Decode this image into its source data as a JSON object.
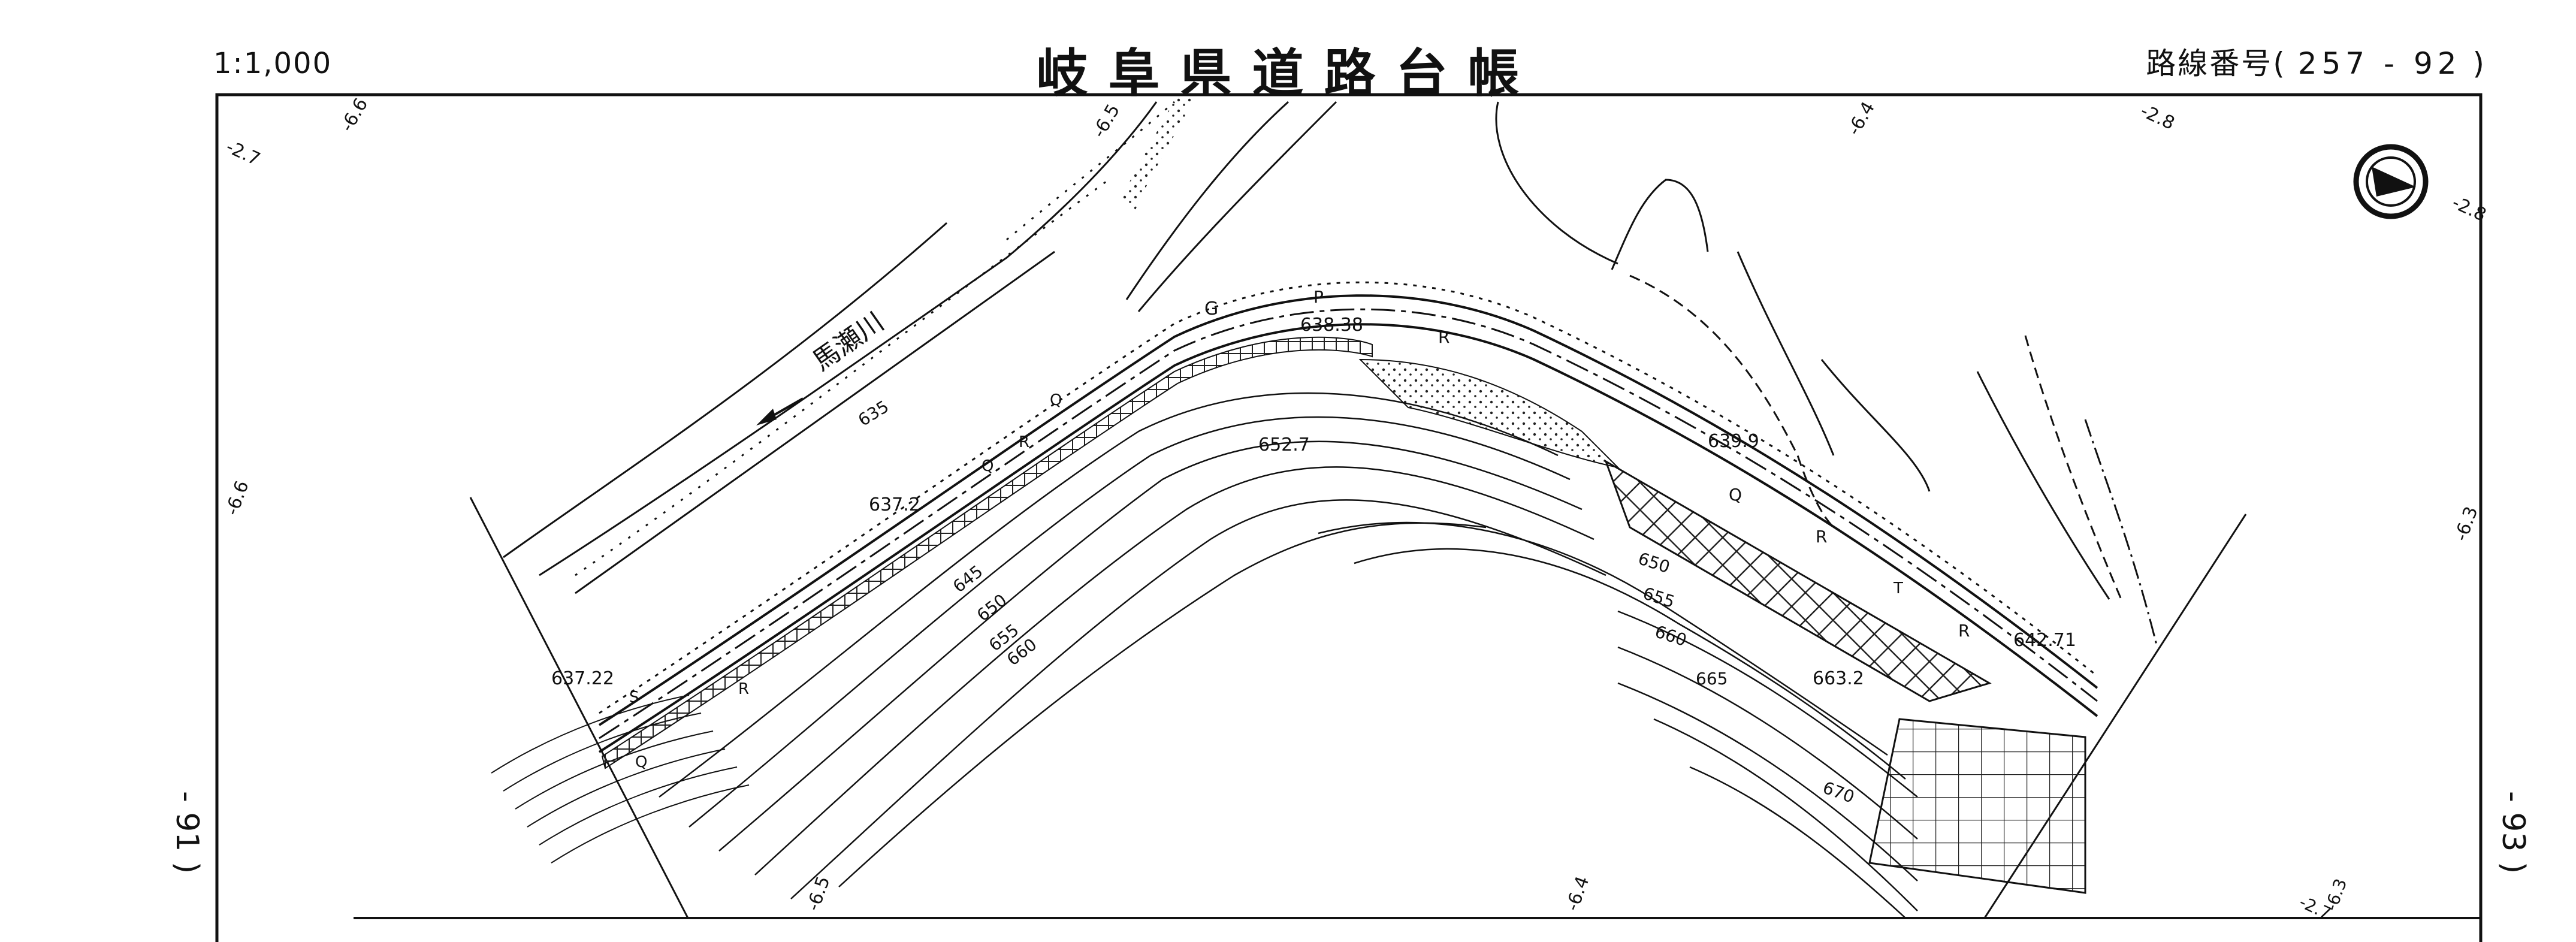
{
  "header": {
    "scale": "1:1,000",
    "title": "岐阜県道路台帳",
    "route_prefix": "路線番号(",
    "route_number": "257 - 92",
    "route_suffix": ")"
  },
  "adjacent_pages": {
    "left": "- 91 )",
    "right": "- 93 )"
  },
  "map": {
    "river_label": "馬瀬川",
    "north_arrow": "north-arrow-icon",
    "road_labels": [
      "G",
      "P",
      "R",
      "Q",
      "R",
      "Q",
      "R",
      "Q",
      "R",
      "T",
      "R",
      "Q",
      "S"
    ],
    "elevations": {
      "e1": "638.38",
      "e2": "639.9",
      "e3": "637.2",
      "e4": "637.22",
      "e5": "642.71",
      "e6": "652.7",
      "e7": "663.2"
    },
    "contours": {
      "c635": "635",
      "c645": "645",
      "c650a": "650",
      "c655a": "655",
      "c660a": "660",
      "c650b": "650",
      "c655b": "655",
      "c660b": "660",
      "c665": "665",
      "c670": "670"
    },
    "sheet_marks": {
      "m1": "-6.6",
      "m2": "-2.7",
      "m3": "-6.5",
      "m4": "-6.4",
      "m5": "-2.8",
      "m6": "-2.8",
      "m7": "-6.6",
      "m8": "-6.3",
      "m9": "-6.5",
      "m10": "-6.4",
      "m11": "-2.7",
      "m12": "-6.3"
    }
  }
}
